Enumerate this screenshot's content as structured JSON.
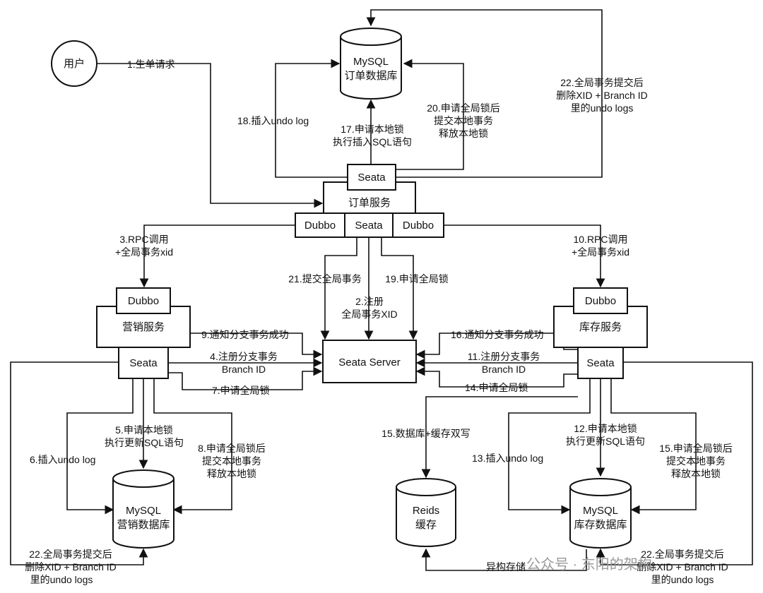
{
  "nodes": {
    "user": "用户",
    "order_db_l1": "MySQL",
    "order_db_l2": "订单数据库",
    "order_service": "订单服务",
    "order_seata": "Seata",
    "order_dubbo_left": "Dubbo",
    "order_seata_mid": "Seata",
    "order_dubbo_right": "Dubbo",
    "seata_server": "Seata Server",
    "marketing_dubbo": "Dubbo",
    "marketing_service": "营销服务",
    "marketing_seata": "Seata",
    "inventory_dubbo": "Dubbo",
    "inventory_service": "库存服务",
    "inventory_seata": "Seata",
    "marketing_db_l1": "MySQL",
    "marketing_db_l2": "营销数据库",
    "redis_l1": "Reids",
    "redis_l2": "缓存",
    "inventory_db_l1": "MySQL",
    "inventory_db_l2": "库存数据库"
  },
  "labels": {
    "s1": "1.生单请求",
    "s2_l1": "2.注册",
    "s2_l2": "全局事务XID",
    "s3_l1": "3.RPC调用",
    "s3_l2": "+全局事务xid",
    "s4_l1": "4.注册分支事务",
    "s4_l2": "Branch ID",
    "s5_l1": "5.申请本地锁",
    "s5_l2": "执行更新SQL语句",
    "s6": "6.插入undo log",
    "s7": "7.申请全局锁",
    "s8_l1": "8.申请全局锁后",
    "s8_l2": "提交本地事务",
    "s8_l3": "释放本地锁",
    "s9": "9.通知分支事务成功",
    "s10_l1": "10.RPC调用",
    "s10_l2": "+全局事务xid",
    "s11_l1": "11.注册分支事务",
    "s11_l2": "Branch ID",
    "s12_l1": "12.申请本地锁",
    "s12_l2": "执行更新SQL语句",
    "s13": "13.插入undo log",
    "s14": "14.申请全局锁",
    "s15a": "15.数据库+缓存双写",
    "s15b_l1": "15.申请全局锁后",
    "s15b_l2": "提交本地事务",
    "s15b_l3": "释放本地锁",
    "s16": "16.通知分支事务成功",
    "s17_l1": "17.申请本地锁",
    "s17_l2": "执行插入SQL语句",
    "s18": "18.插入undo log",
    "s19": "19.申请全局锁",
    "s20_l1": "20.申请全局锁后",
    "s20_l2": "提交本地事务",
    "s20_l3": "释放本地锁",
    "s21": "21.提交全局事务",
    "s22_top_l1": "22.全局事务提交后",
    "s22_top_l2": "删除XID + Branch ID",
    "s22_top_l3": "里的undo logs",
    "s22_left_l1": "22.全局事务提交后",
    "s22_left_l2": "删除XID + Branch ID",
    "s22_left_l3": "里的undo logs",
    "s22_right_l1": "22.全局事务提交后",
    "s22_right_l2": "删除XID + Branch ID",
    "s22_right_l3": "里的undo logs",
    "async": "异构存储"
  },
  "watermark": "公众号 · 东阳的架构"
}
